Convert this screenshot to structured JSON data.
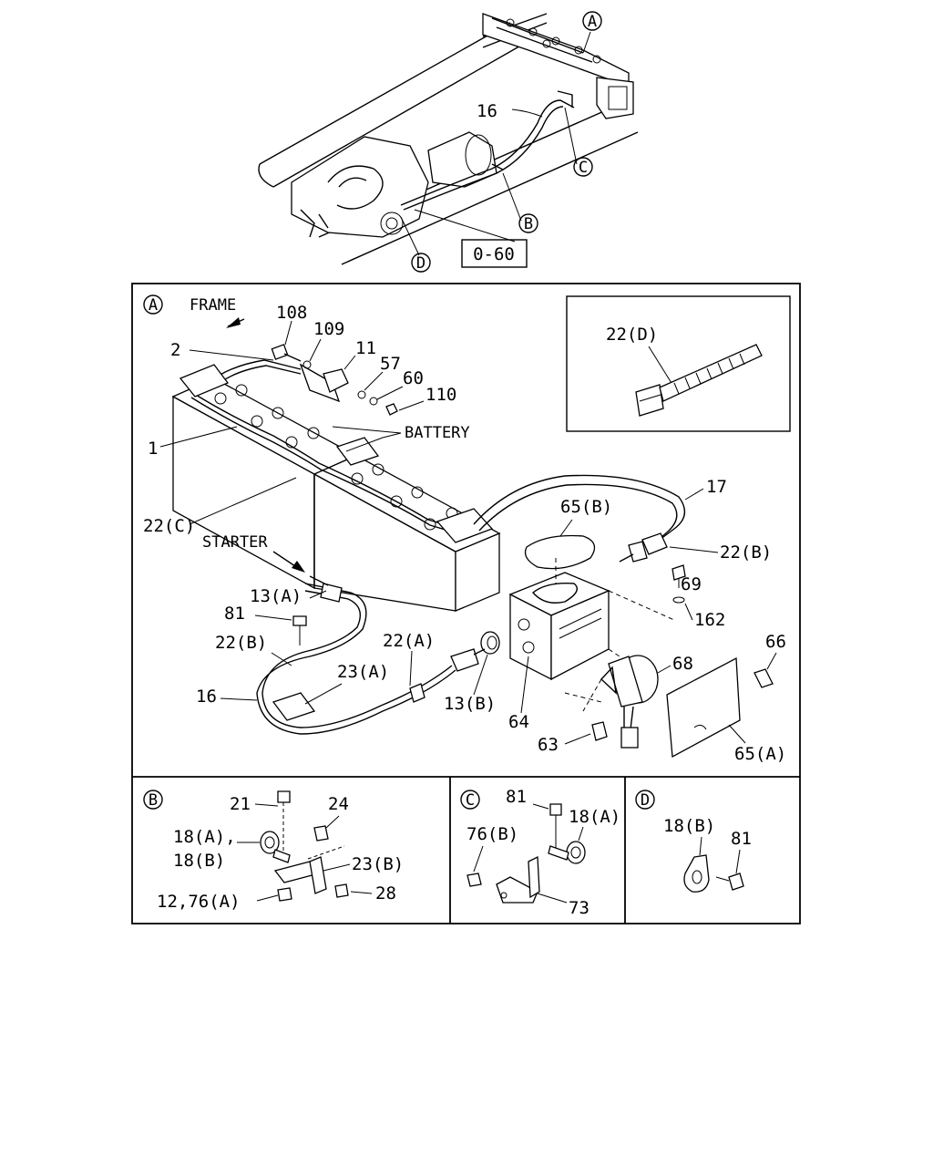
{
  "top_view": {
    "circle_a": "A",
    "circle_b": "B",
    "circle_c": "C",
    "circle_d": "D",
    "callout_16": "16",
    "ref_box": "0-60"
  },
  "panel_a": {
    "marker": "A",
    "frame_label": "FRAME",
    "battery_label": "BATTERY",
    "starter_label": "STARTER",
    "callouts": {
      "c108": "108",
      "c109": "109",
      "c2": "2",
      "c11": "11",
      "c57": "57",
      "c60": "60",
      "c110": "110",
      "c1": "1",
      "c22c": "22(C)",
      "c17": "17",
      "c65b": "65(B)",
      "c22b_right": "22(B)",
      "c69": "69",
      "c162": "162",
      "c66": "66",
      "c68": "68",
      "c13a": "13(A)",
      "c81": "81",
      "c22b_left": "22(B)",
      "c22a": "22(A)",
      "c23a": "23(A)",
      "c16": "16",
      "c13b": "13(B)",
      "c64": "64",
      "c63": "63",
      "c65a": "65(A)"
    },
    "inset_callout": "22(D)"
  },
  "panel_b": {
    "marker": "B",
    "c21": "21",
    "c24": "24",
    "c18a": "18(A),",
    "c18b": "18(B)",
    "c23b": "23(B)",
    "c12_76a": "12,76(A)",
    "c28": "28"
  },
  "panel_c": {
    "marker": "C",
    "c81": "81",
    "c18a": "18(A)",
    "c76b": "76(B)",
    "c73": "73"
  },
  "panel_d": {
    "marker": "D",
    "c18b": "18(B)",
    "c81": "81"
  }
}
